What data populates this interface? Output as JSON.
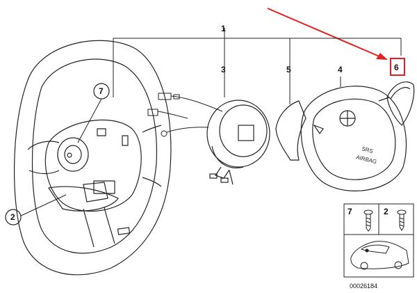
{
  "callouts": {
    "c1": "1",
    "c2": "2",
    "c3": "3",
    "c4": "4",
    "c5": "5",
    "c6": "6",
    "c7": "7"
  },
  "airbag_label": {
    "line1": "SRS",
    "line2": "AIRBAG"
  },
  "inset": {
    "label_7": "7",
    "label_2": "2"
  },
  "diagram_number": "00026184",
  "colors": {
    "line": "#222222",
    "highlight": "#e32020"
  }
}
